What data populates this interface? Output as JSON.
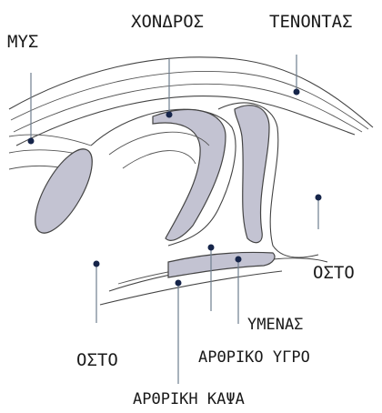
{
  "labels": {
    "muscle": "ΜΥΣ",
    "cartilage": "ΧΟΝΔΡΟΣ",
    "tendon": "ΤΕΝΟΝΤΑΣ",
    "bone_right": "ΟΣΤΟ",
    "bone_left": "ΟΣΤΟ",
    "membrane": "ΥΜΕΝΑΣ",
    "fluid": "ΑΡΘΡΙΚΟ ΥΓΡΟ",
    "capsule": "ΑΡΘΡΙΚΗ ΚΑΨΑ"
  },
  "colors": {
    "cartilage_fill": "#c3c3d2",
    "marker": "#16254a",
    "leader": "#6f7f90"
  }
}
